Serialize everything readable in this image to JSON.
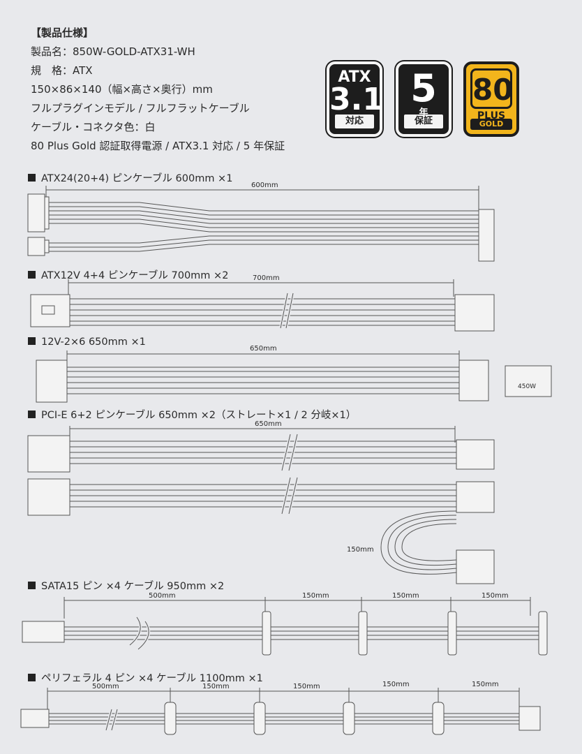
{
  "spec": {
    "heading": "【製品仕様】",
    "lines": [
      "製品名：850W-GOLD-ATX31-WH",
      "規　格：ATX",
      "150×86×140（幅×高さ×奥行）mm",
      "フルプラグインモデル / フルフラットケーブル",
      "ケーブル・コネクタ色：白",
      "80 Plus Gold 認証取得電源 / ATX3.1 対応 / 5 年保証"
    ]
  },
  "badges": {
    "atx": {
      "top": "ATX",
      "big": "3.1",
      "bottom": "対応"
    },
    "warranty": {
      "big": "5",
      "mid": "年",
      "bottom": "保証"
    },
    "plus": {
      "big": "80",
      "plus": "PLUS",
      "bottom": "GOLD"
    }
  },
  "sections": [
    {
      "title": "ATX24(20+4) ピンケーブル 600mm ×1",
      "dims": [
        "600mm"
      ]
    },
    {
      "title": "ATX12V 4+4 ピンケーブル 700mm ×2",
      "dims": [
        "700mm"
      ]
    },
    {
      "title": "12V-2×6 650mm ×1",
      "dims": [
        "650mm"
      ],
      "connector_label": "450W"
    },
    {
      "title": "PCI-E 6+2 ピンケーブル 650mm ×2（ストレート×1 / 2 分岐×1）",
      "dims": [
        "650mm",
        "150mm"
      ]
    },
    {
      "title": "SATA15 ピン ×4 ケーブル 950mm ×2",
      "dims": [
        "500mm",
        "150mm",
        "150mm",
        "150mm"
      ]
    },
    {
      "title": "ペリフェラル 4 ピン ×4 ケーブル 1100mm ×1",
      "dims": [
        "500mm",
        "150mm",
        "150mm",
        "150mm",
        "150mm"
      ]
    }
  ]
}
